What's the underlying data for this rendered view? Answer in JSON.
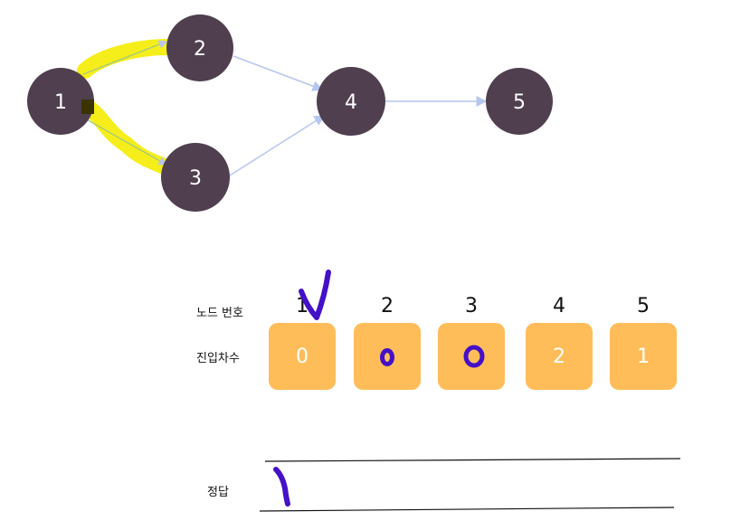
{
  "graph": {
    "nodes": [
      {
        "id": "1",
        "label": "1"
      },
      {
        "id": "2",
        "label": "2"
      },
      {
        "id": "3",
        "label": "3"
      },
      {
        "id": "4",
        "label": "4"
      },
      {
        "id": "5",
        "label": "5"
      }
    ],
    "edges": [
      {
        "from": "1",
        "to": "2",
        "highlighted": true
      },
      {
        "from": "1",
        "to": "3",
        "highlighted": true
      },
      {
        "from": "2",
        "to": "4",
        "highlighted": false
      },
      {
        "from": "3",
        "to": "4",
        "highlighted": false
      },
      {
        "from": "4",
        "to": "5",
        "highlighted": false
      }
    ]
  },
  "table": {
    "node_row_label": "노드 번호",
    "indegree_row_label": "진입차수",
    "node_numbers": [
      "1",
      "2",
      "3",
      "4",
      "5"
    ],
    "indegree_values": [
      "0",
      "",
      "",
      "2",
      "1"
    ]
  },
  "handwriting": {
    "checkmark_over_node": "1",
    "written_zero_cells": [
      "2",
      "3"
    ],
    "answer_written": "1"
  },
  "answer": {
    "label": "정답"
  },
  "colors": {
    "node_fill": "#4f3f4f",
    "edge": "#b7c6ef",
    "cell_fill": "#ffbd59",
    "highlight": "#f5ee1b",
    "ink": "#4410c8"
  }
}
